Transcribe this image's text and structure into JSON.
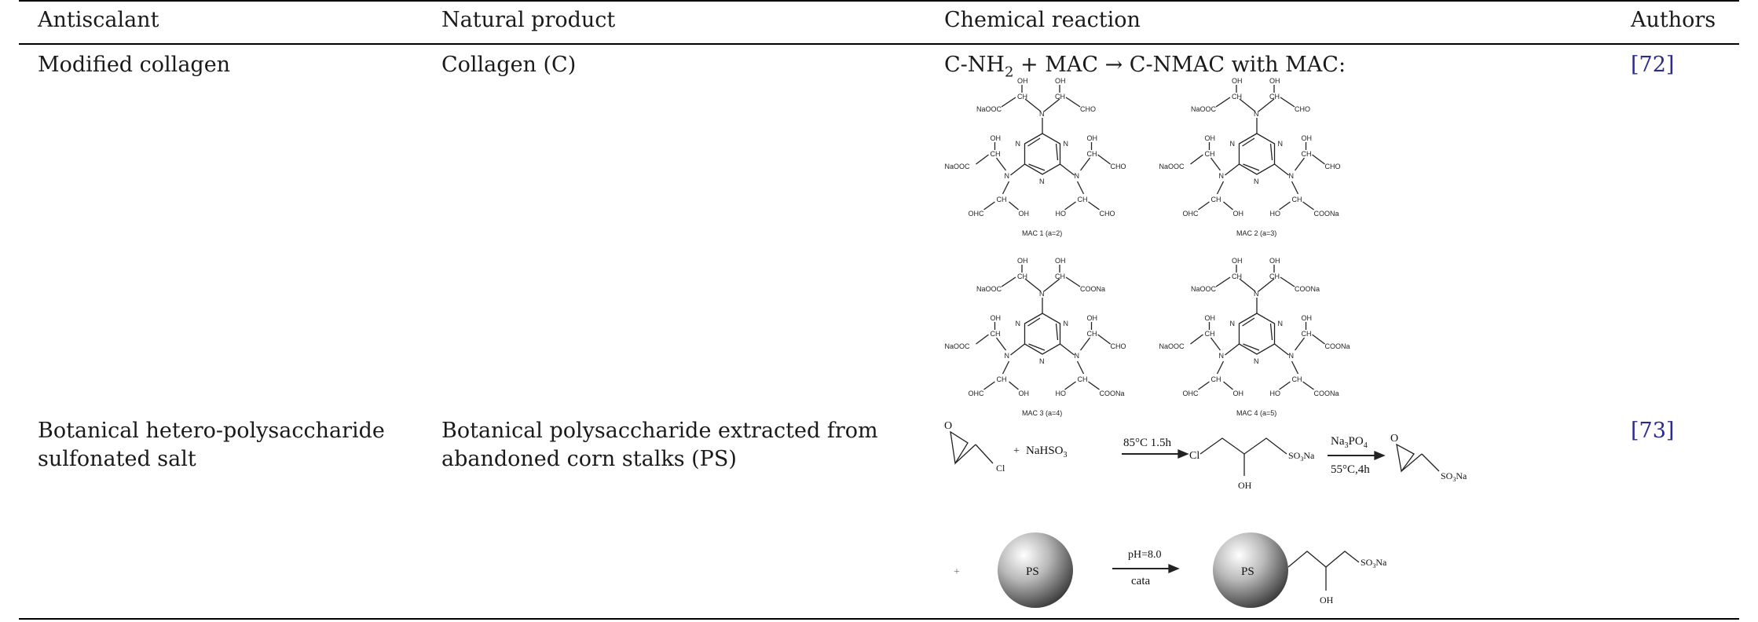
{
  "table": {
    "headers": [
      "Antiscalant",
      "Natural product",
      "Chemical reaction",
      "Authors"
    ],
    "rows": [
      {
        "antiscalant": "Modified collagen",
        "natural_product": "Collagen (C)",
        "reaction_eq": {
          "lead": "C-NH",
          "sub": "2",
          "rest": " + MAC → C-NMAC with MAC:"
        },
        "mac_structures": [
          {
            "caption": "MAC 1 (a=2)",
            "right_upper": "CHO",
            "right_lower": "CHO",
            "top_right": "CHO",
            "left_top": "NaOOC",
            "left_mid": "NaOOC",
            "left_low": "OHC"
          },
          {
            "caption": "MAC 2 (a=3)",
            "right_upper": "CHO",
            "right_lower": "COONa",
            "top_right": "CHO",
            "left_top": "NaOOC",
            "left_mid": "NaOOC",
            "left_low": "OHC"
          },
          {
            "caption": "MAC 3 (a=4)",
            "right_upper": "CHO",
            "right_lower": "COONa",
            "top_right": "COONa",
            "left_top": "NaOOC",
            "left_mid": "NaOOC",
            "left_low": "OHC"
          },
          {
            "caption": "MAC 4 (a=5)",
            "right_upper": "COONa",
            "right_lower": "COONa",
            "top_right": "COONa",
            "left_top": "NaOOC",
            "left_mid": "NaOOC",
            "left_low": "OHC"
          }
        ],
        "struct_labels": {
          "oh": "OH",
          "ch": "CH",
          "n": "N",
          "ho": "HO"
        },
        "authors": "[72]"
      },
      {
        "antiscalant": [
          "Botanical hetero-polysaccharide",
          "sulfonated salt"
        ],
        "natural_product": [
          "Botanical polysaccharide extracted from",
          "abandoned corn stalks (PS)"
        ],
        "scheme1": {
          "o": "O",
          "cl": "Cl",
          "plus": "+",
          "reagent": "NaHSO",
          "reagent_sub": "3",
          "cond1": "85°C 1.5h",
          "so3na": "SO",
          "so3na_sub": "3",
          "so3na_tail": "Na",
          "oh": "OH",
          "cond2_top": "Na",
          "cond2_top_sub": "3",
          "cond2_top_tail": "PO",
          "cond2_top_sub2": "4",
          "cond2_bottom": "55°C,4h"
        },
        "scheme2": {
          "plus": "+",
          "ps": "PS",
          "cond_top": "pH=8.0",
          "cond_bottom": "cata",
          "oh": "OH"
        },
        "authors": "[73]"
      }
    ]
  },
  "colors": {
    "text": "#1a1a1a",
    "link": "#2b2b8f",
    "rule": "#000000"
  }
}
